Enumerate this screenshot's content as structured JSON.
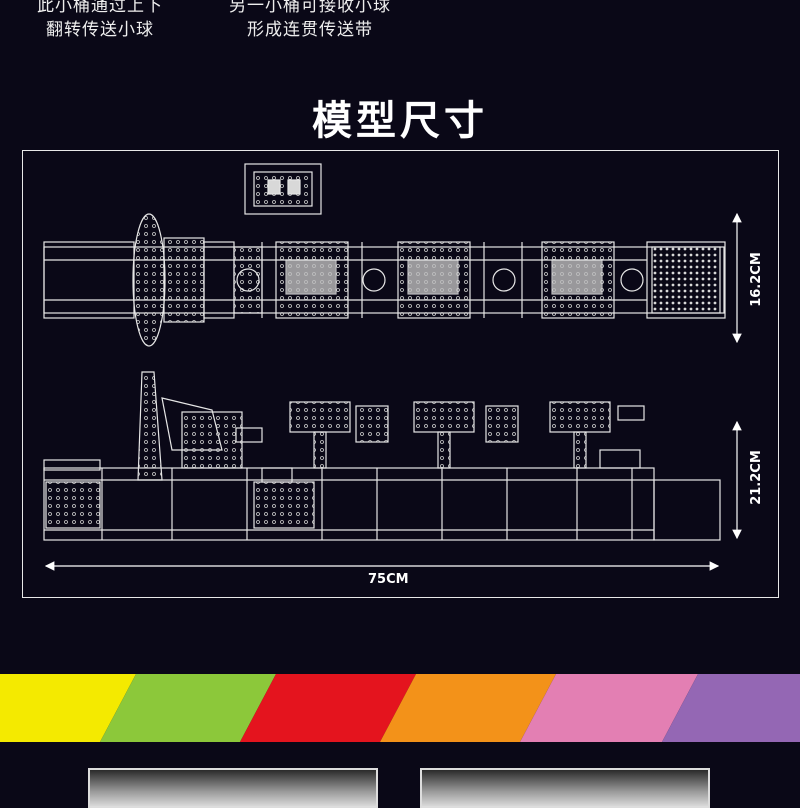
{
  "captions": {
    "left": {
      "line1": "此小桶通过上下",
      "line2": "翻转传送小球"
    },
    "right": {
      "line1": "另一小桶可接收小球",
      "line2": "形成连贯传送带"
    }
  },
  "title": "模型尺寸",
  "dimensions": {
    "top_height": "16.2CM",
    "side_height": "21.2CM",
    "length": "75CM"
  },
  "stripe_colors": [
    "#f4ea00",
    "#8cc83a",
    "#e4141e",
    "#f39219",
    "#e37fb3",
    "#9467b4"
  ]
}
